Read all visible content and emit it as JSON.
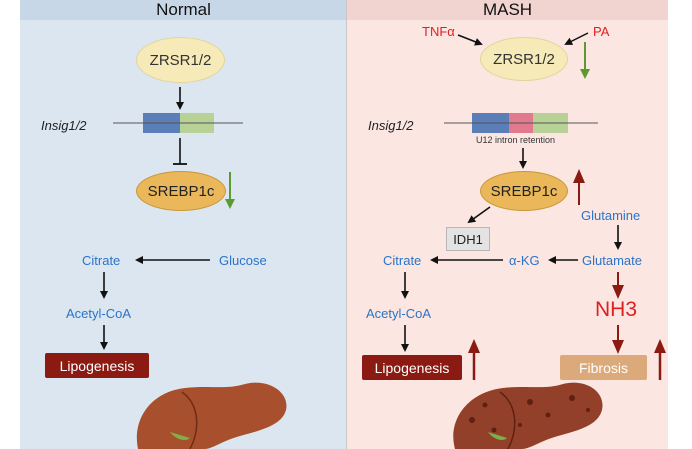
{
  "normal": {
    "title": "Normal",
    "zrsr": "ZRSR1/2",
    "gene": "Insig1/2",
    "srebp": "SREBP1c",
    "citrate": "Citrate",
    "glucose": "Glucose",
    "acetyl": "Acetyl-CoA",
    "lipogenesis": "Lipogenesis"
  },
  "mash": {
    "title": "MASH",
    "tnf": "TNFα",
    "pa": "PA",
    "zrsr": "ZRSR1/2",
    "gene": "Insig1/2",
    "retention": "U12 intron retention",
    "srebp": "SREBP1c",
    "glutamine": "Glutamine",
    "idh1": "IDH1",
    "citrate": "Citrate",
    "akg": "α-KG",
    "glutamate": "Glutamate",
    "nh3": "NH3",
    "acetyl": "Acetyl-CoA",
    "lipogenesis": "Lipogenesis",
    "fibrosis": "Fibrosis"
  },
  "colors": {
    "normal_bg": "#dbe6f1",
    "mash_bg": "#fbe6e2",
    "green_arrow": "#5a9a2e",
    "red_arrow": "#8b1a12",
    "metabolite_blue": "#2b74c7",
    "highlight_red": "#e02020",
    "exon_blue": "#5b7db8",
    "exon_green": "#b7d196",
    "intron_pink": "#e07a8c"
  }
}
